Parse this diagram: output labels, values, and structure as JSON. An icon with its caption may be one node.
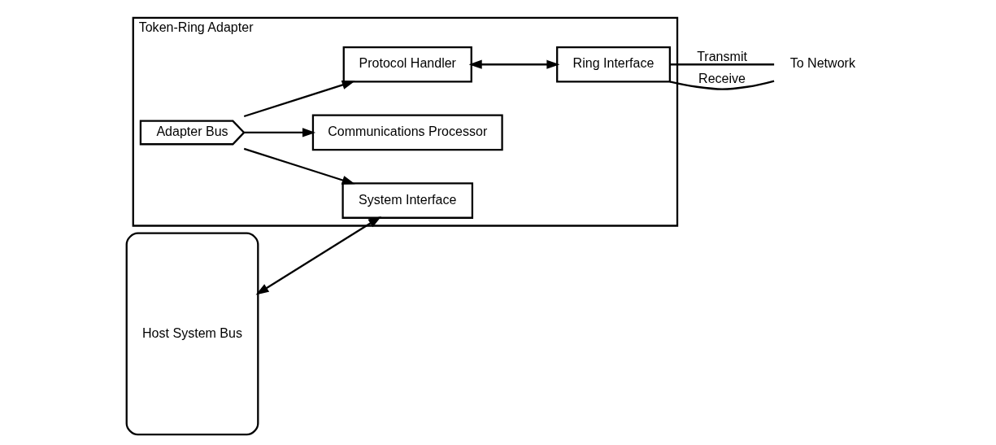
{
  "diagram": {
    "nodes": [
      {
        "text": [
          "Token-Ring Adapter"
        ]
      },
      {
        "text": [
          "Host System Bus"
        ]
      },
      {
        "text": [
          "System Interface"
        ],
        "in": 0
      },
      {
        "text": [
          "Communications Processor"
        ],
        "in": 0
      },
      {
        "text": [
          "Adapter Bus"
        ],
        "in": 0
      },
      {
        "text": [
          "Protocol Handler"
        ],
        "in": 0
      },
      {
        "text": [
          "Ring Interface"
        ],
        "in": 0
      },
      {
        "text": [
          "To Network"
        ]
      }
    ],
    "edges": [
      {
        "from": 1,
        "to": 2,
        "arrow": "both"
      },
      {
        "from": 4,
        "to": 2,
        "arrow": "to"
      },
      {
        "from": 4,
        "to": 3,
        "arrow": "to"
      },
      {
        "from": 4,
        "to": 5,
        "arrow": "to"
      },
      {
        "from": 5,
        "to": 6,
        "arrow": "both"
      },
      {
        "from": 6,
        "to": 7,
        "arrow": "none",
        "label": "Transmit"
      },
      {
        "from": 6,
        "to": 7,
        "arrow": "none",
        "label": "Receive"
      }
    ]
  }
}
